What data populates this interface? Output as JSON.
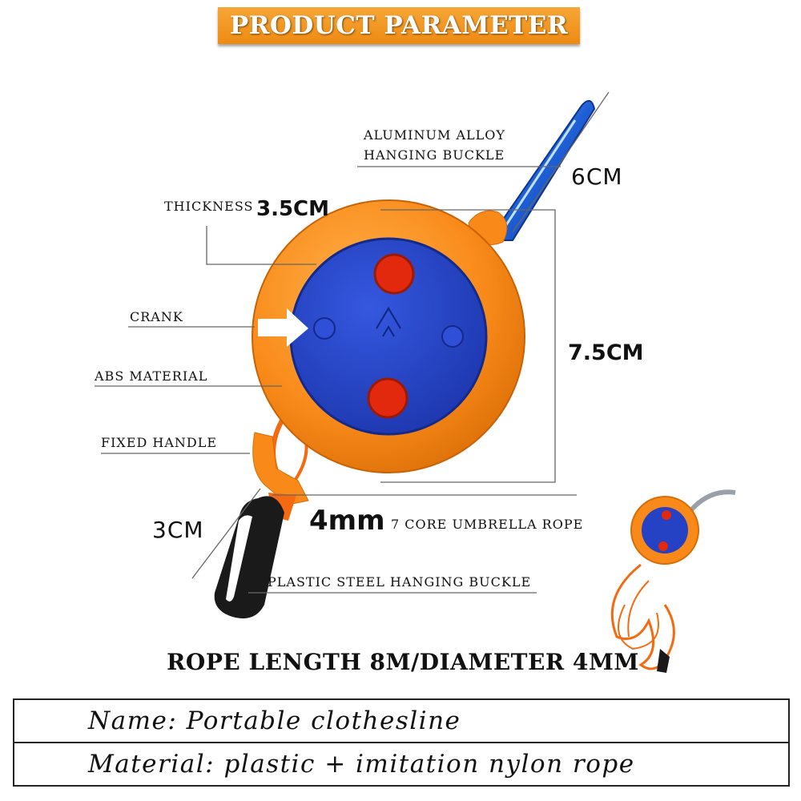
{
  "banner": {
    "title": "PRODUCT PARAMETER"
  },
  "labels": {
    "aluminum_line1": "ALUMINUM ALLOY",
    "aluminum_line2": "HANGING BUCKLE",
    "thickness": "THICKNESS",
    "thickness_value": "3.5CM",
    "crank": "CRANK",
    "abs_material": "ABS MATERIAL",
    "fixed_handle": "FIXED HANDLE",
    "plastic_buckle": "PLASTIC STEEL HANGING BUCKLE",
    "rope_core": "7 CORE UMBRELLA ROPE"
  },
  "dimensions": {
    "buckle_length": "6CM",
    "height": "7.5CM",
    "hook_length": "3CM",
    "rope_thickness": "4mm"
  },
  "rope_spec": "ROPE LENGTH 8M/DIAMETER 4MM",
  "info_table": {
    "name": "Name: Portable clothesline",
    "material": "Material: plastic + imitation nylon rope"
  },
  "colors": {
    "orange": "#f98a1a",
    "blue": "#1f3fc4",
    "carabiner_blue": "#1f5fd6",
    "rope_red": "#e2290d"
  }
}
